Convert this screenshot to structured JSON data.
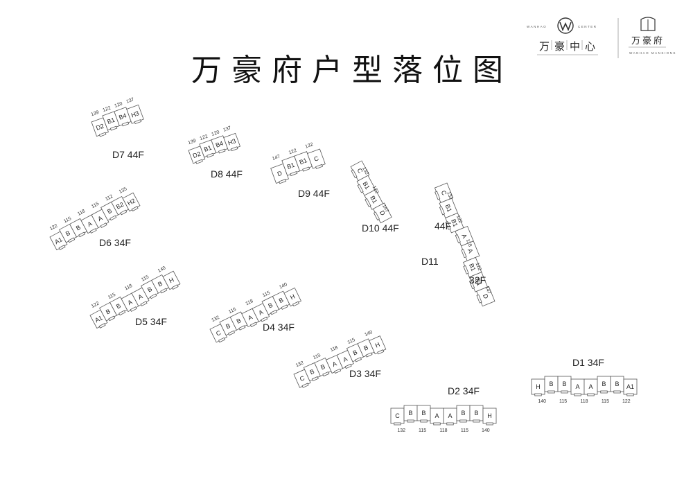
{
  "title": "万豪府户型落位图",
  "logos": {
    "left": {
      "top_left": "WANHAO",
      "top_right": "CENTER",
      "chars": [
        "万",
        "豪",
        "中",
        "心"
      ]
    },
    "right": {
      "chars": [
        "万",
        "豪",
        "府"
      ],
      "sub": "WANHAO MANSIONS"
    }
  },
  "buildings": [
    {
      "id": "D7",
      "label": "D7  44F",
      "units": [
        "D2",
        "B1",
        "B4",
        "H3"
      ],
      "areas": [
        "139",
        "122",
        "120",
        "137"
      ],
      "areas_side": "top"
    },
    {
      "id": "D8",
      "label": "D8  44F",
      "units": [
        "D2",
        "B1",
        "B4",
        "H3"
      ],
      "areas": [
        "139",
        "122",
        "120",
        "137"
      ],
      "areas_side": "top"
    },
    {
      "id": "D9",
      "label": "D9  44F",
      "units": [
        "D",
        "B1",
        "B1",
        "C"
      ],
      "areas": [
        "147",
        "122",
        "132"
      ],
      "areas_side": "top"
    },
    {
      "id": "D10",
      "label": "D10  44F",
      "units": [
        "C",
        "B1",
        "B1",
        "D"
      ],
      "areas": [
        "132",
        "122",
        "147"
      ],
      "areas_side": "right"
    },
    {
      "id": "D11",
      "label": "D11",
      "floors": [
        "44F",
        "32F"
      ],
      "units": [
        "C",
        "B1",
        "B1",
        "A",
        "A",
        "B1",
        "B1",
        "D"
      ],
      "areas": [
        "132",
        "122",
        "118",
        "122",
        "147"
      ],
      "areas_side": "right"
    },
    {
      "id": "D6",
      "label": "D6  34F",
      "units": [
        "A1",
        "B",
        "B",
        "A",
        "A",
        "B",
        "B2",
        "H2"
      ],
      "areas": [
        "122",
        "115",
        "118",
        "115",
        "112",
        "135"
      ],
      "areas_side": "top"
    },
    {
      "id": "D5",
      "label": "D5  34F",
      "units": [
        "A1",
        "B",
        "B",
        "A",
        "A",
        "B",
        "B",
        "H"
      ],
      "areas": [
        "122",
        "115",
        "118",
        "115",
        "140"
      ],
      "areas_side": "top"
    },
    {
      "id": "D4",
      "label": "D4  34F",
      "units": [
        "C",
        "B",
        "B",
        "A",
        "A",
        "B",
        "B",
        "H"
      ],
      "areas": [
        "132",
        "115",
        "118",
        "115",
        "140"
      ],
      "areas_side": "top"
    },
    {
      "id": "D3",
      "label": "D3  34F",
      "units": [
        "C",
        "B",
        "B",
        "A",
        "A",
        "B",
        "B",
        "H"
      ],
      "areas": [
        "132",
        "115",
        "118",
        "115",
        "140"
      ],
      "areas_side": "top"
    },
    {
      "id": "D2",
      "label": "D2  34F",
      "units": [
        "C",
        "B",
        "B",
        "A",
        "A",
        "B",
        "B",
        "H"
      ],
      "areas": [
        "132",
        "115",
        "118",
        "115",
        "140"
      ],
      "areas_side": "bottom"
    },
    {
      "id": "D1",
      "label": "D1  34F",
      "units": [
        "H",
        "B",
        "B",
        "A",
        "A",
        "B",
        "B",
        "A1"
      ],
      "areas": [
        "140",
        "115",
        "118",
        "115",
        "122"
      ],
      "areas_side": "bottom"
    }
  ]
}
